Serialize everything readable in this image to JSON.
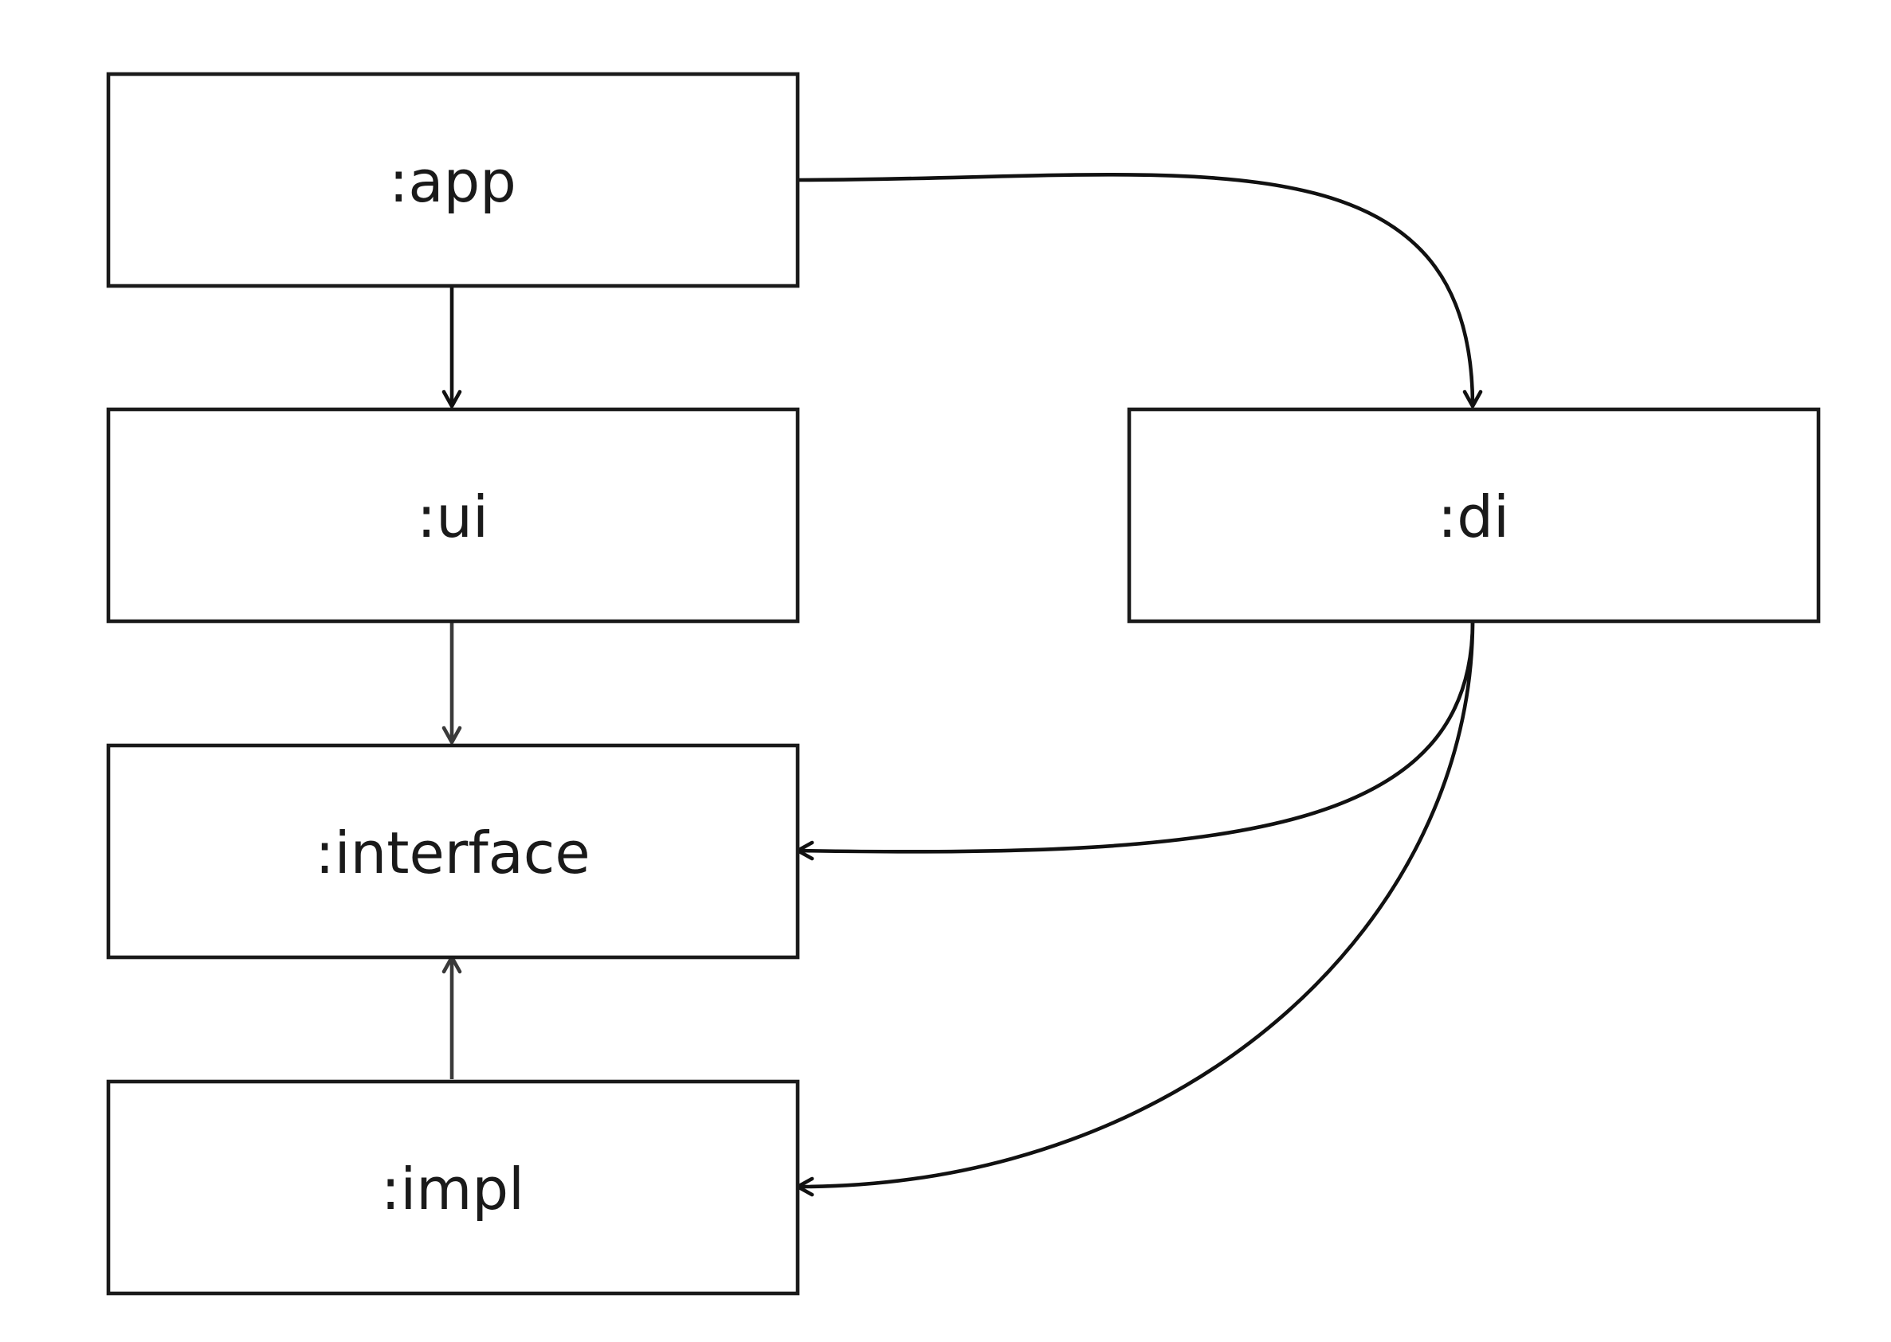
{
  "diagram": {
    "nodes": [
      {
        "id": "app",
        "label": ":app"
      },
      {
        "id": "ui",
        "label": ":ui"
      },
      {
        "id": "interface",
        "label": ":interface"
      },
      {
        "id": "impl",
        "label": ":impl"
      },
      {
        "id": "di",
        "label": ":di"
      }
    ],
    "edges": [
      {
        "from": "app",
        "to": "ui"
      },
      {
        "from": "app",
        "to": "di"
      },
      {
        "from": "ui",
        "to": "interface"
      },
      {
        "from": "impl",
        "to": "interface"
      },
      {
        "from": "di",
        "to": "interface"
      },
      {
        "from": "di",
        "to": "impl"
      }
    ]
  }
}
